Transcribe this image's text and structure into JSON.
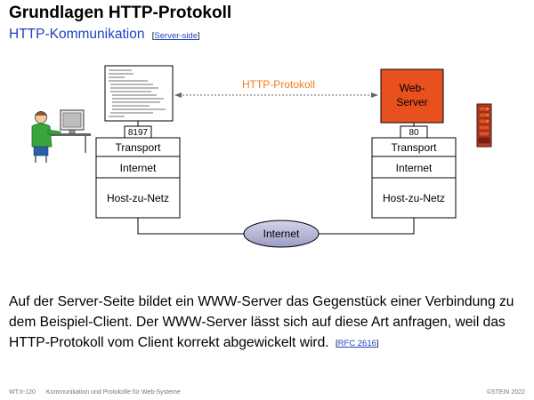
{
  "header": {
    "title": "Grundlagen HTTP-Protokoll",
    "subtitle": "HTTP-Kommunikation",
    "subtitle_ref": "Server-side"
  },
  "diagram": {
    "protocol_label": "HTTP-Protokoll",
    "client": {
      "port": "8197",
      "layers": [
        "Transport",
        "Internet",
        "Host-zu-Netz"
      ]
    },
    "server": {
      "label_line1": "Web-",
      "label_line2": "Server",
      "port": "80",
      "layers": [
        "Transport",
        "Internet",
        "Host-zu-Netz"
      ]
    },
    "network_label": "Internet"
  },
  "body": {
    "text": "Auf der Server-Seite bildet ein WWW-Server das Gegenstück einer Verbindung zu dem Beispiel-Client. Der WWW-Server lässt sich auf diese Art anfragen, weil das HTTP-Protokoll vom Client korrekt abgewickelt wird.",
    "ref": "RFC 2616"
  },
  "footer": {
    "code": "WT:II-120",
    "course": "Kommunikation und Protokolle für Web-Systeme",
    "copyright": "©STEIN 2022"
  },
  "colors": {
    "accent_blue": "#1f3fbf",
    "server_orange": "#e8501e",
    "protocol_orange": "#f07b1a",
    "network_ellipse": "#b8b8d8"
  }
}
